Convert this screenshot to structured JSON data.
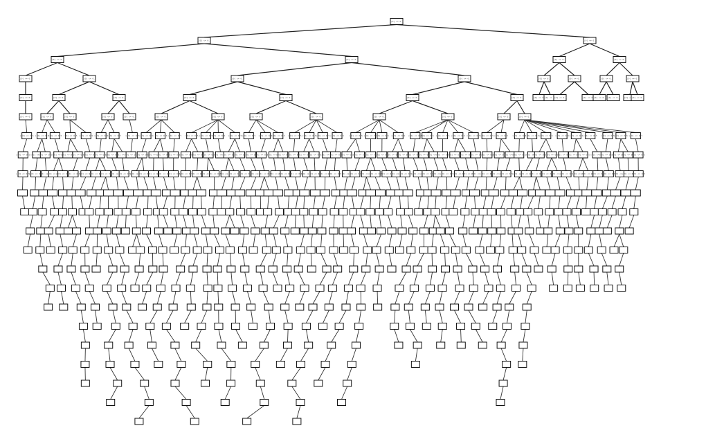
{
  "diagram": {
    "type": "decision-tree",
    "max_depth_levels": 22,
    "node_label_placeholder": "x[0] <= 0.5",
    "colors": {
      "background": "#ffffff",
      "box_stroke": "#111111",
      "edge": "#222222"
    }
  }
}
